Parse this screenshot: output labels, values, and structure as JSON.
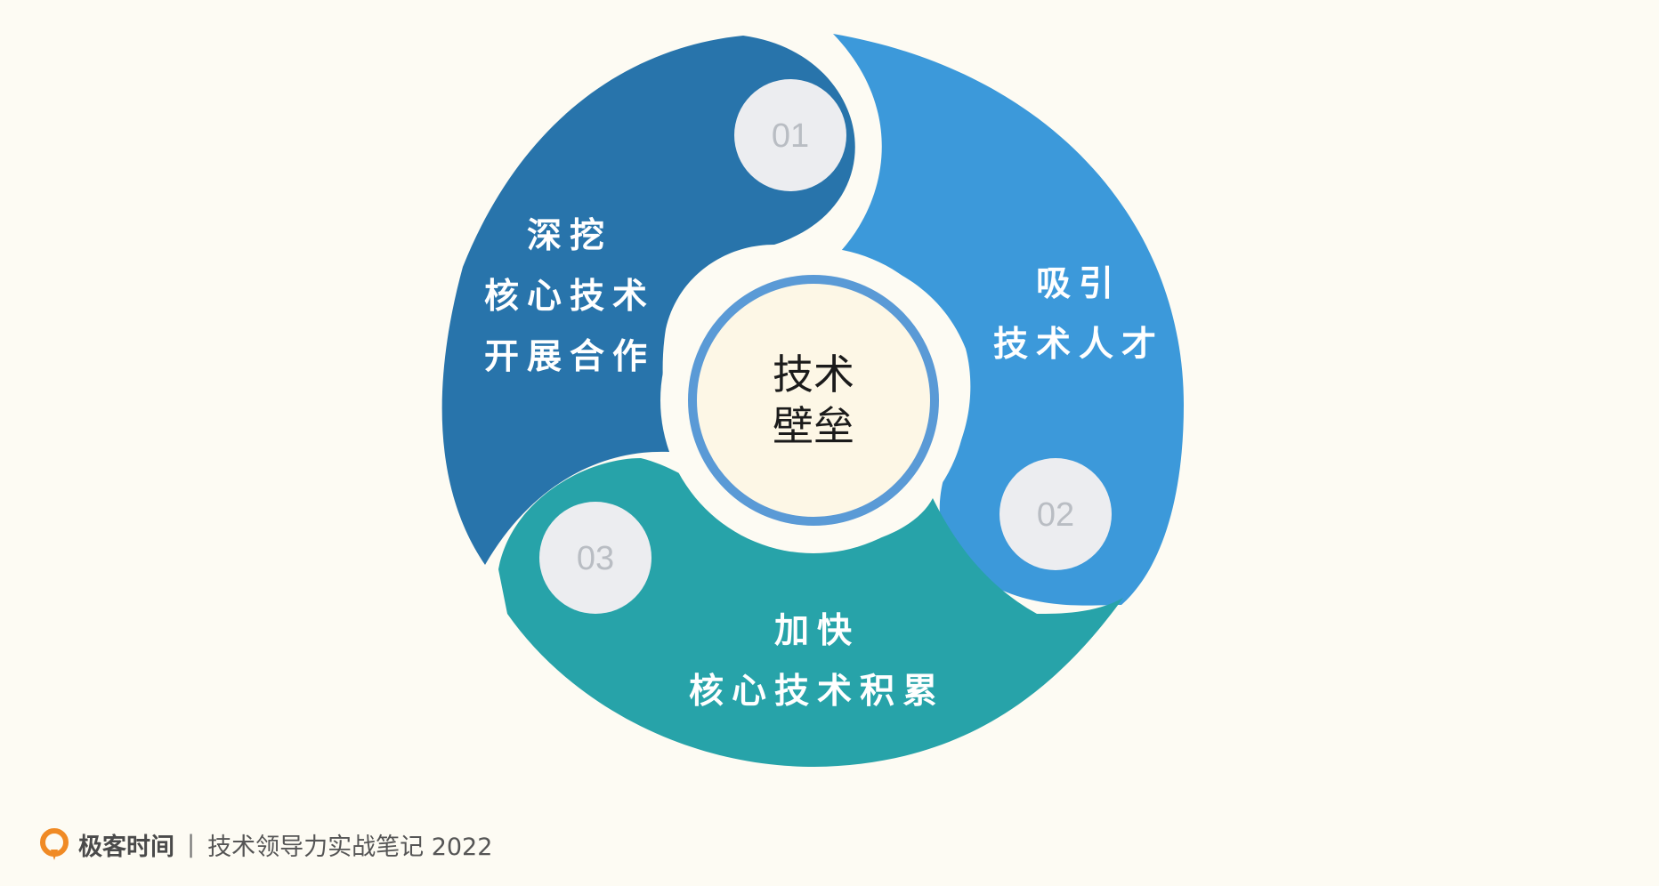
{
  "diagram": {
    "center": {
      "line1": "技术",
      "line2": "壁垒"
    },
    "segments": [
      {
        "number": "01",
        "color": "#2874ab",
        "lines": [
          "深挖",
          "核心技术",
          "开展合作"
        ]
      },
      {
        "number": "02",
        "color": "#3c99da",
        "lines": [
          "吸引",
          "技术人才"
        ]
      },
      {
        "number": "03",
        "color": "#27a3a9",
        "lines": [
          "加快",
          "核心技术积累"
        ]
      }
    ]
  },
  "footer": {
    "brand": "极客时间",
    "separator": "|",
    "title": "技术领导力实战笔记 2022"
  }
}
